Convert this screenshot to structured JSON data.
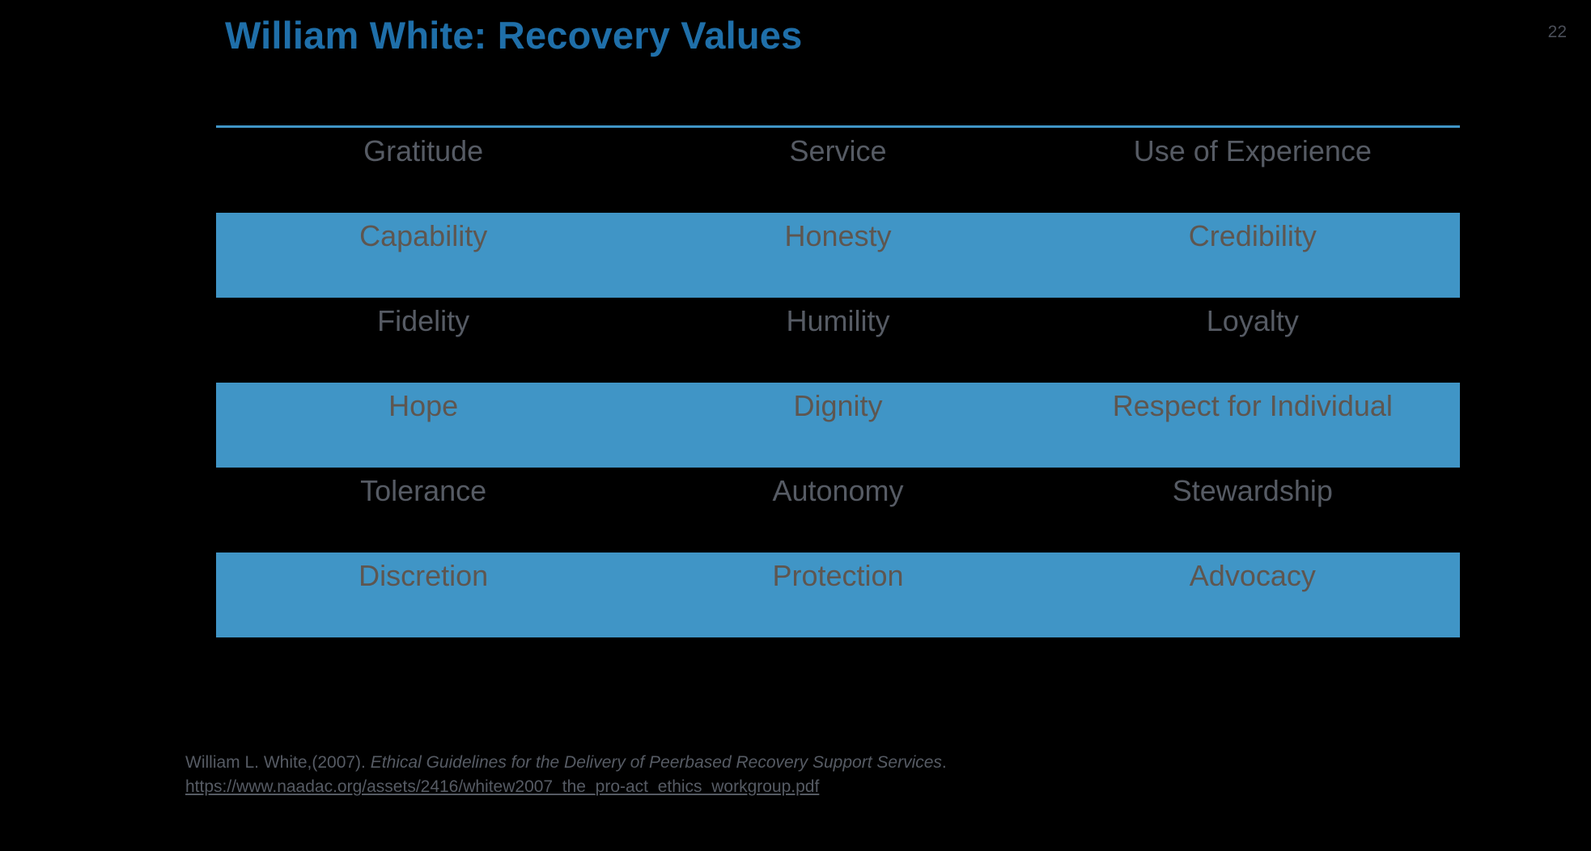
{
  "slide": {
    "title": "William White: Recovery Values",
    "page_number": "22",
    "background_color": "#000000",
    "title_color": "#1F6FA9",
    "accent_color": "#4095C6",
    "dark_row_text_color": "#565B64",
    "accent_row_text_color": "#5E5650"
  },
  "table": {
    "columns": 3,
    "rows": [
      {
        "style": "dark",
        "cells": [
          "Gratitude",
          "Service",
          "Use of Experience"
        ]
      },
      {
        "style": "accent",
        "cells": [
          "Capability",
          "Honesty",
          "Credibility"
        ]
      },
      {
        "style": "dark",
        "cells": [
          "Fidelity",
          "Humility",
          "Loyalty"
        ]
      },
      {
        "style": "accent",
        "cells": [
          "Hope",
          "Dignity",
          "Respect for Individual"
        ]
      },
      {
        "style": "dark",
        "cells": [
          "Tolerance",
          "Autonomy",
          "Stewardship"
        ]
      },
      {
        "style": "accent",
        "cells": [
          "Discretion",
          "Protection",
          "Advocacy"
        ]
      }
    ]
  },
  "citation": {
    "author_year": "William L. White,(2007). ",
    "work_title": "Ethical Guidelines for the Delivery of Peerbased Recovery Support Services",
    "trailing_period": ".",
    "url": "https://www.naadac.org/assets/2416/whitew2007_the_pro-act_ethics_workgroup.pdf"
  }
}
